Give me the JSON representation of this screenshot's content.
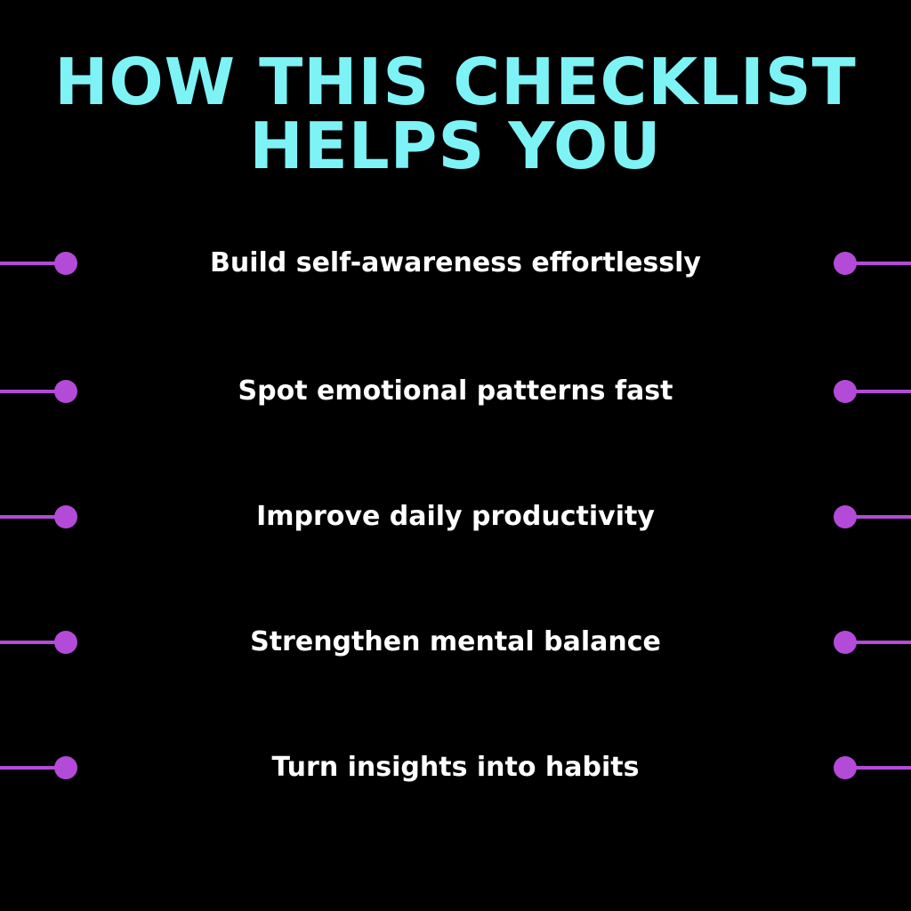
{
  "heading": {
    "line1": "HOW THIS CHECKLIST",
    "line2": "HELPS YOU"
  },
  "items": [
    {
      "label": "Build self-awareness effortlessly"
    },
    {
      "label": "Spot emotional patterns fast"
    },
    {
      "label": "Improve daily productivity"
    },
    {
      "label": "Strengthen mental balance"
    },
    {
      "label": "Turn insights into habits"
    }
  ],
  "colors": {
    "background": "#000000",
    "heading": "#7ef3f6",
    "text": "#ffffff",
    "accent": "#b44ad8"
  }
}
